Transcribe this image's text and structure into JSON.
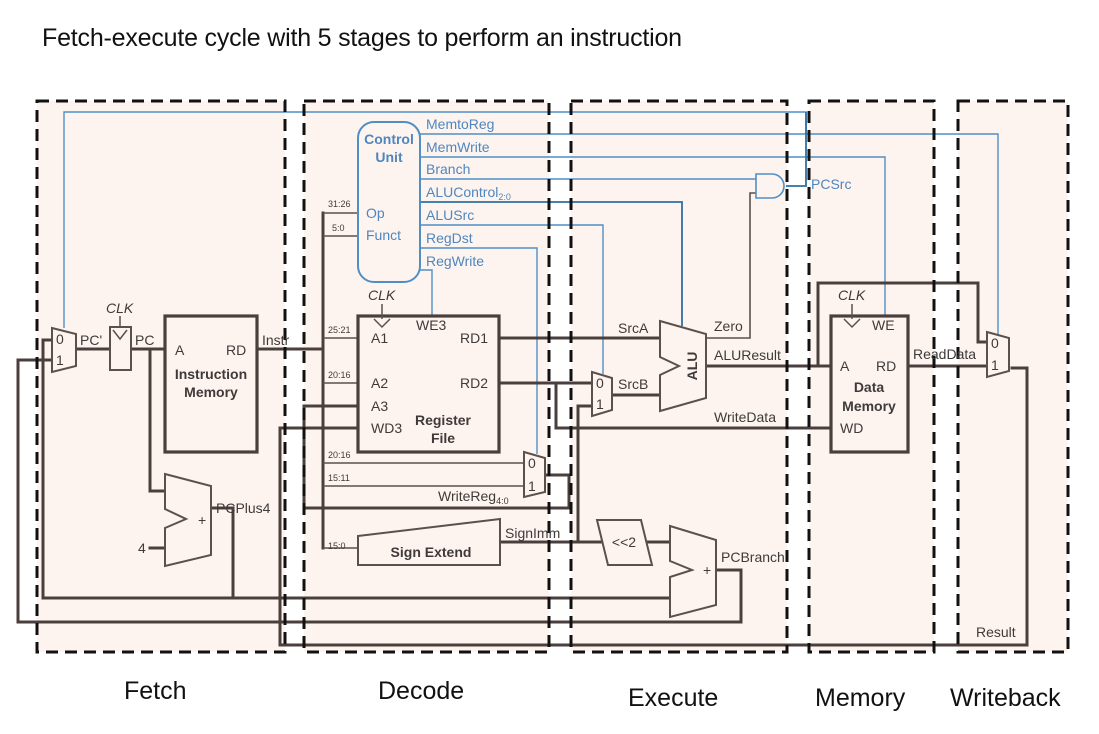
{
  "title": "Fetch-execute cycle with 5 stages to perform an instruction",
  "stages": [
    {
      "id": "fetch",
      "label": "Fetch"
    },
    {
      "id": "decode",
      "label": "Decode"
    },
    {
      "id": "execute",
      "label": "Execute"
    },
    {
      "id": "memory",
      "label": "Memory"
    },
    {
      "id": "writeback",
      "label": "Writeback"
    }
  ],
  "control_unit": {
    "title_line1": "Control",
    "title_line2": "Unit",
    "inputs": {
      "op": "Op",
      "funct": "Funct"
    },
    "signals": [
      "MemtoReg",
      "MemWrite",
      "Branch",
      "ALUControl",
      "ALUSrc",
      "RegDst",
      "RegWrite"
    ],
    "alucontrol_sub": "2:0",
    "pcsrc": "PCSrc"
  },
  "instruction_fields": {
    "op": "31:26",
    "funct": "5:0",
    "rs": "25:21",
    "rt": "20:16",
    "rt2": "20:16",
    "rd": "15:11",
    "imm": "15:0"
  },
  "components": {
    "clk": "CLK",
    "pc_prime": "PC'",
    "pc": "PC",
    "imem": {
      "line1": "Instruction",
      "line2": "Memory",
      "a": "A",
      "rd": "RD"
    },
    "instr": "Instr",
    "regfile": {
      "line1": "Register",
      "line2": "File",
      "a1": "A1",
      "a2": "A2",
      "a3": "A3",
      "wd3": "WD3",
      "we3": "WE3",
      "rd1": "RD1",
      "rd2": "RD2"
    },
    "mux0": "0",
    "mux1": "1",
    "writereg": "WriteReg",
    "writereg_sub": "4:0",
    "sign_extend": "Sign Extend",
    "signimm": "SignImm",
    "shift": "<<2",
    "srca": "SrcA",
    "srcb": "SrcB",
    "alu": "ALU",
    "zero": "Zero",
    "aluresult": "ALUResult",
    "writedata": "WriteData",
    "dmem": {
      "line1": "Data",
      "line2": "Memory",
      "a": "A",
      "rd": "RD",
      "wd": "WD",
      "we": "WE"
    },
    "readdata": "ReadData",
    "result": "Result",
    "pcplus4": "PCPlus4",
    "pcbranch": "PCBranch",
    "four": "4",
    "plus": "+"
  }
}
